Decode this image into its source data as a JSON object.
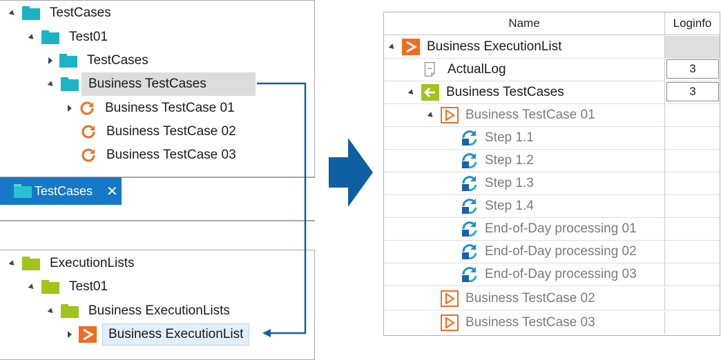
{
  "testcases_tree": {
    "root": "TestCases",
    "test01": "Test01",
    "sub_testcases": "TestCases",
    "business_testcases": "Business TestCases",
    "cases": [
      "Business TestCase 01",
      "Business TestCase 02",
      "Business TestCase 03"
    ]
  },
  "tab": {
    "label": "TestCases",
    "close": "✕"
  },
  "executionlists_tree": {
    "root": "ExecutionLists",
    "test01": "Test01",
    "business_executionlists": "Business ExecutionLists",
    "business_executionlist": "Business ExecutionList"
  },
  "grid": {
    "headers": {
      "name": "Name",
      "loginfo": "Loginfo"
    },
    "rows": {
      "execution_list": "Business ExecutionList",
      "actual_log": "ActualLog",
      "actual_log_value": "3",
      "business_testcases": "Business TestCases",
      "business_testcases_value": "3",
      "testcase01": "Business TestCase 01",
      "steps": [
        "Step 1.1",
        "Step 1.2",
        "Step 1.3",
        "Step 1.4",
        "End-of-Day processing 01",
        "End-of-Day processing 02",
        "End-of-Day processing 03"
      ],
      "testcase02": "Business TestCase 02",
      "testcase03": "Business TestCase 03"
    }
  },
  "colors": {
    "teal_folder": "#1ab4c4",
    "olive_folder": "#a2c21c",
    "accent_blue": "#1579c8",
    "arrow_blue": "#0f5fa3",
    "orange": "#f26b21"
  }
}
